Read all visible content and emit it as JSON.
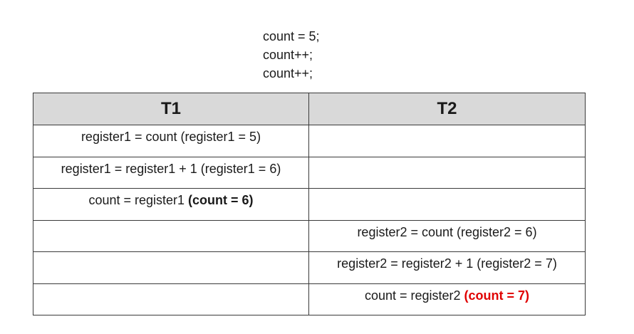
{
  "code": {
    "lines": [
      "count = 5;",
      "count++;",
      "count++;"
    ]
  },
  "table": {
    "headers": [
      "T1",
      "T2"
    ],
    "rows": [
      {
        "t1": {
          "text": "register1 = count (register1 = 5)",
          "highlight": ""
        },
        "t2": {
          "text": "",
          "highlight": ""
        }
      },
      {
        "t1": {
          "text": "register1 = register1 + 1 (register1 = 6)",
          "highlight": ""
        },
        "t2": {
          "text": "",
          "highlight": ""
        }
      },
      {
        "t1": {
          "text": "count = register1 ",
          "highlight": "(count = 6)"
        },
        "t2": {
          "text": "",
          "highlight": ""
        }
      },
      {
        "t1": {
          "text": "",
          "highlight": ""
        },
        "t2": {
          "text": "register2 = count (register2 = 6)",
          "highlight": ""
        }
      },
      {
        "t1": {
          "text": "",
          "highlight": ""
        },
        "t2": {
          "text": "register2 = register2 + 1 (register2 = 7)",
          "highlight": ""
        }
      },
      {
        "t1": {
          "text": "",
          "highlight": ""
        },
        "t2": {
          "text": "count = register2 ",
          "highlight": "(count = 7)"
        }
      }
    ]
  },
  "colors": {
    "header_bg": "#d9d9d9",
    "highlight_red": "#e00000",
    "border": "#3a3a3a"
  }
}
